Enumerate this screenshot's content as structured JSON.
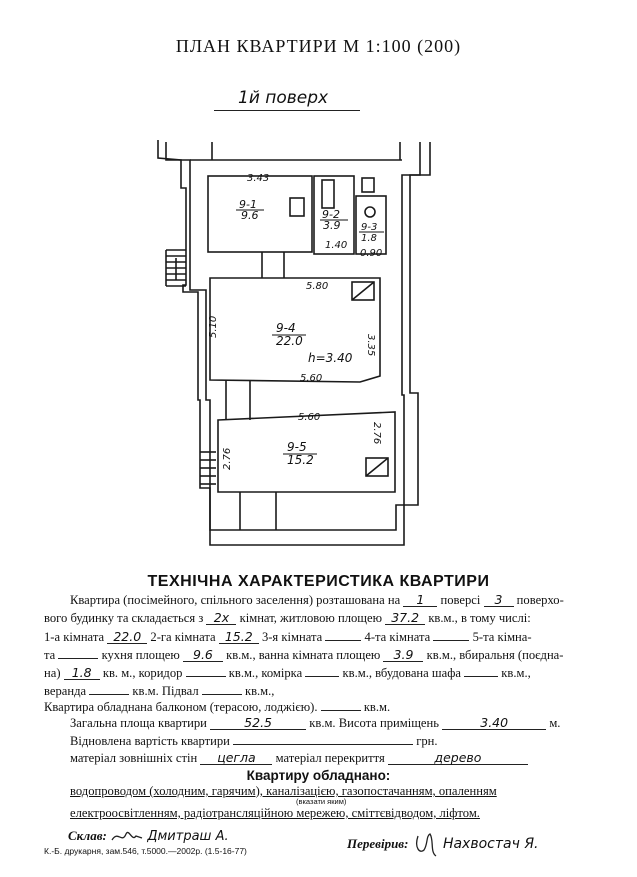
{
  "title": "ПЛАН КВАРТИРИ М 1:100 (200)",
  "floor_label": "1й поверх",
  "plan": {
    "dims": {
      "r1_top": "3.43",
      "r2_bottom": "1.40",
      "r3_bottom": "0.90",
      "r4_top": "5.80",
      "r4_left": "5.10",
      "r4_right": "3.35",
      "r4_bottom": "5.60",
      "r5_top": "5.60",
      "r5_right": "2.76",
      "r5_left": "2.76"
    },
    "rooms": [
      {
        "id": "9-1",
        "area": "9.6"
      },
      {
        "id": "9-2",
        "area": "3.9"
      },
      {
        "id": "9-3",
        "area": "1.8"
      },
      {
        "id": "9-4",
        "area": "22.0"
      },
      {
        "id": "9-5",
        "area": "15.2"
      }
    ],
    "height": "h=3.40"
  },
  "tech": {
    "title": "ТЕХНІЧНА ХАРАКТЕРИСТИКА КВАРТИРИ",
    "l1a": "Квартира (посімейного, спільного заселення) розташована на",
    "floor": "1",
    "l1b": "поверсі",
    "floors_total": "3",
    "l1c": "поверхо-",
    "l2a": "вого будинку та складається з",
    "rooms_count": "2х",
    "l2b": "кімнат, житловою площею",
    "living_area": "37.2",
    "l2c": "кв.м., в тому числі:",
    "l3a": "1-а кімната",
    "room1": "22.0",
    "l3b": "2-га кімната",
    "room2": "15.2",
    "l3c": "3-я кімната",
    "l3d": "4-та кімната",
    "l3e": "5-та кімна-",
    "l4a": "та",
    "l4b": "кухня площею",
    "kitchen": "9.6",
    "l4c": "кв.м., ванна кімната площею",
    "bathroom": "3.9",
    "l4d": "кв.м., вбиральня (поєдна-",
    "l5a": "на)",
    "wc": "1.8",
    "l5b": "кв. м., коридор",
    "l5c": "кв.м., комірка",
    "l5d": "кв.м., вбудована шафа",
    "l5e": "кв.м.,",
    "l6a": "веранда",
    "l6b": "кв.м. Підвал",
    "l6c": "кв.м.,",
    "l7a": "Квартира обладнана балконом (терасою, лоджією).",
    "l7b": "кв.м.",
    "l8a": "Загальна площа квартири",
    "total_area": "52.5",
    "l8b": "кв.м. Висота приміщень",
    "height": "3.40",
    "l8c": "м.",
    "l9a": "Відновлена вартість квартири",
    "l9b": "грн.",
    "l10a": "матеріал зовнішніх стін",
    "walls": "цегла",
    "l10b": "матеріал перекриття",
    "ceiling": "дерево"
  },
  "equipment": {
    "title": "Квартиру обладнано:",
    "line1": "водопроводом (холодним, гарячим), каналізацією, газопостачанням, опаленням",
    "hint": "(вказати яким)",
    "line2": "електроосвітленням, радіотрансляційною мережею, сміттєвідводом, ліфтом."
  },
  "footer": {
    "composed_label": "Склав:",
    "composed_name": "Дмитраш А.",
    "checked_label": "Перевірив:",
    "checked_name": "Нахвостач Я.",
    "print_info": "К.-Б. друкарня, зам.546, т.5000.—2002р. (1.5-16-77)"
  }
}
